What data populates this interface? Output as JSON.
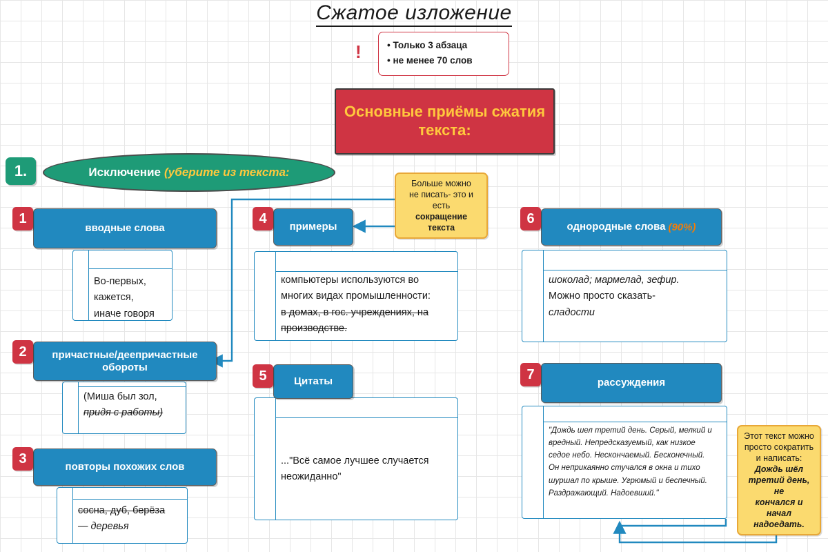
{
  "title": "Сжатое изложение",
  "exclamation": "!",
  "rules": {
    "line1": "• Только 3 абзаца",
    "line2": "• не менее 70 слов"
  },
  "banner": "Основные приёмы сжатия текста:",
  "section": {
    "number": "1.",
    "name": "Исключение",
    "hint": "(уберите из текста:"
  },
  "callout_examples": {
    "l1": "Больше можно",
    "l2": "не писать- это и",
    "l3": "есть",
    "l4": "сокращение",
    "l5": "текста"
  },
  "callout_reasoning": {
    "l1": "Этот текст можно",
    "l2": "просто сократить",
    "l3": "и написать:",
    "l4": "Дождь шёл",
    "l5": "третий день, не",
    "l6": "кончался и начал",
    "l7": "надоедать."
  },
  "cards": [
    {
      "num": "1",
      "title": "вводные слова",
      "pct": "",
      "lines": [
        {
          "text": "Во-первых,",
          "style": "plain"
        },
        {
          "text": "кажется,",
          "style": "plain"
        },
        {
          "text": "иначе говоря",
          "style": "plain"
        }
      ]
    },
    {
      "num": "2",
      "title": "причастные/деепричастные обороты",
      "pct": "",
      "lines": [
        {
          "text": "(Миша был зол,",
          "style": "plain"
        },
        {
          "text": "придя с работы)",
          "style": "italic-strike-partial"
        }
      ]
    },
    {
      "num": "3",
      "title": "повторы похожих слов",
      "pct": "",
      "lines": [
        {
          "text": "сосна, дуб, берёза",
          "style": "strike"
        },
        {
          "text": "— деревья",
          "style": "italic"
        }
      ]
    },
    {
      "num": "4",
      "title": "примеры",
      "pct": "",
      "lines": [
        {
          "text": "компьютеры используются во",
          "style": "plain"
        },
        {
          "text": "многих видах промышленности:",
          "style": "plain"
        },
        {
          "text": "в домах, в гос. учреждениях, на",
          "style": "strike"
        },
        {
          "text": "производстве.",
          "style": "strike-partial"
        }
      ]
    },
    {
      "num": "5",
      "title": "Цитаты",
      "pct": "",
      "lines": [
        {
          "text": "...\"Всё самое лучшее случается",
          "style": "plain"
        },
        {
          "text": "неожиданно\"",
          "style": "plain"
        }
      ]
    },
    {
      "num": "6",
      "title": "однородные слова",
      "pct": "(90%)",
      "lines": [
        {
          "text": "шоколад; мармелад, зефир.",
          "style": "italic"
        },
        {
          "text": "Можно просто сказать-",
          "style": "plain"
        },
        {
          "text": "сладости",
          "style": "italic"
        }
      ]
    },
    {
      "num": "7",
      "title": "рассуждения",
      "pct": "",
      "lines": [
        {
          "text": "\"Дождь шел третий день. Серый, мелкий и",
          "style": "italic"
        },
        {
          "text": "вредный. Непредсказуемый, как низкое",
          "style": "italic"
        },
        {
          "text": "седое небо. Нескончаемый. Бесконечный.",
          "style": "italic"
        },
        {
          "text": "Он неприкаянно стучался в окна и тихо",
          "style": "italic"
        },
        {
          "text": "шуршал по крыше. Угрюмый и беспечный.",
          "style": "italic"
        },
        {
          "text": "Раздражающий. Надоевший.\"",
          "style": "italic"
        }
      ]
    }
  ],
  "colors": {
    "blue": "#2189bf",
    "red": "#cf3443",
    "green": "#1e9b77",
    "yellow": "#fbda6f",
    "yellow_border": "#e8a838",
    "gold_text": "#ffc83d",
    "orange_text": "#f07d0a",
    "grid": "#e6e6e6"
  }
}
